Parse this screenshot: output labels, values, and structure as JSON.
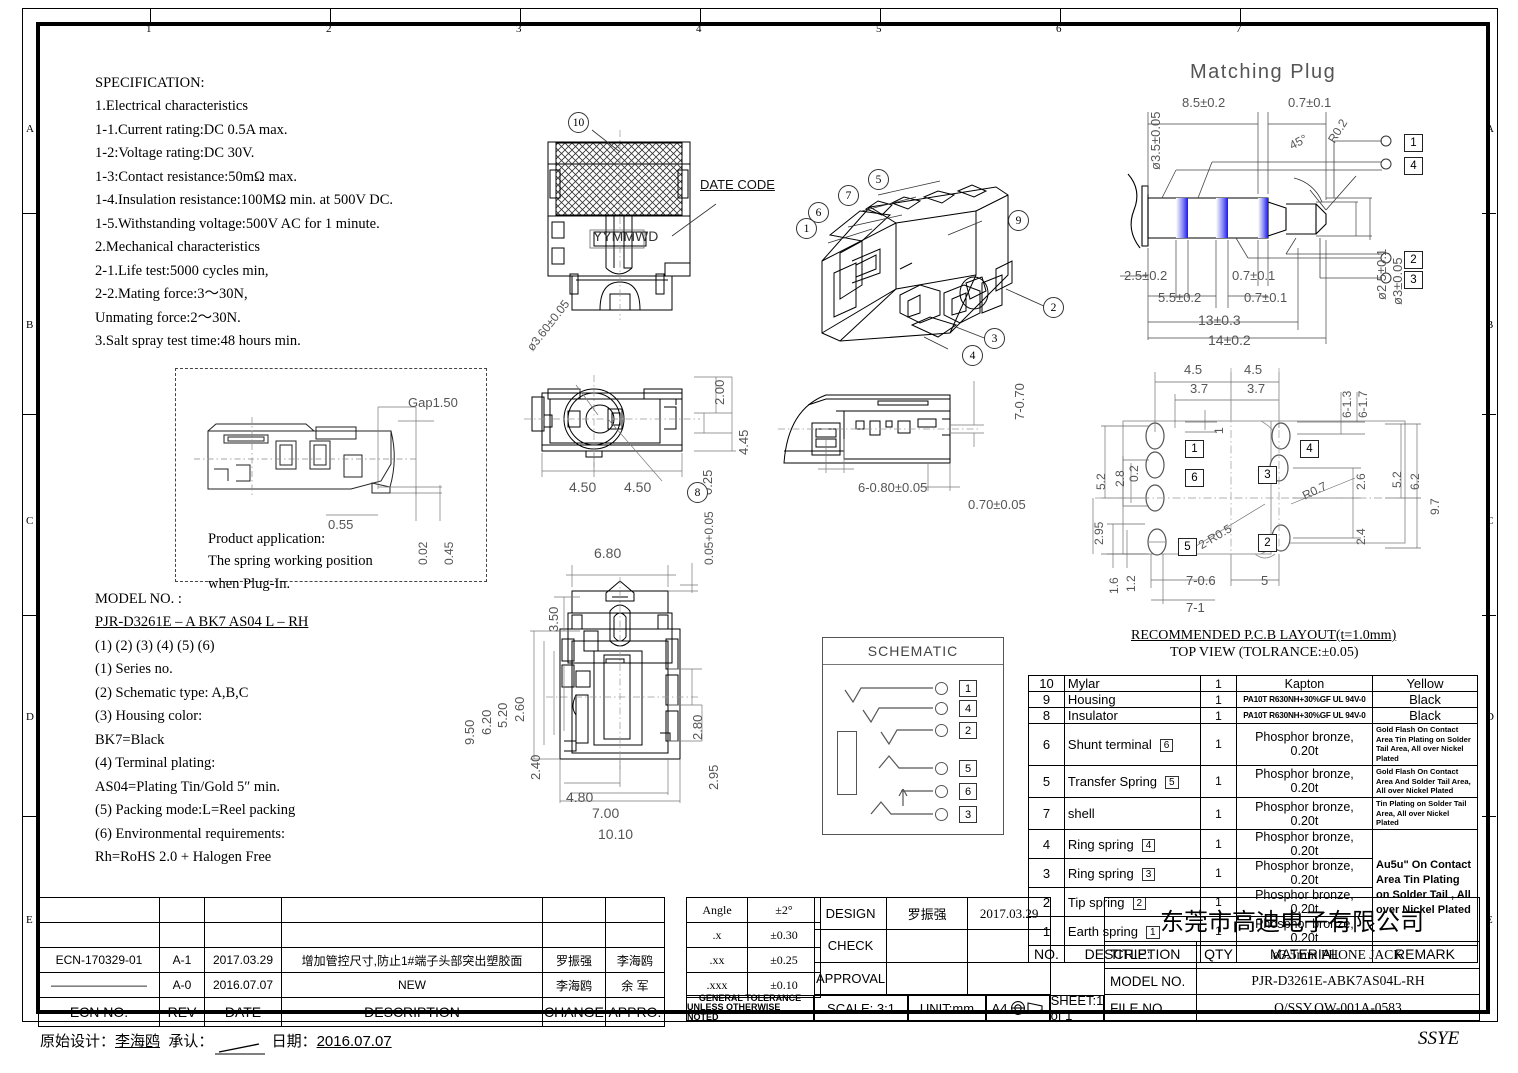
{
  "sheet": {
    "zone_letters_left": [
      "A",
      "B",
      "C",
      "D",
      "E"
    ],
    "zone_letters_right": [
      "A",
      "B",
      "C",
      "D",
      "E"
    ],
    "zone_numbers_top": [
      "1",
      "2",
      "3",
      "4",
      "5",
      "6",
      "7"
    ],
    "footer_designer_label": "原始设计：",
    "footer_designer_value": "李海鸥",
    "footer_approve_label": "承认：",
    "footer_date_label": "日期：",
    "footer_date_value": "2016.07.07",
    "watermark": "SSYE"
  },
  "specification": {
    "heading": "SPECIFICATION:",
    "lines": [
      "1.Electrical characteristics",
      "   1-1.Current rating:DC 0.5A max.",
      "   1-2:Voltage rating:DC 30V.",
      "   1-3:Contact resistance:50mΩ max.",
      "   1-4.Insulation resistance:100MΩ min. at 500V DC.",
      "   1-5.Withstanding voltage:500V AC for 1 minute.",
      "2.Mechanical characteristics",
      "   2-1.Life test:5000 cycles min,",
      "   2-2.Mating force:3～30N,",
      "          Unmating force:2～30N.",
      "3.Salt spray test time:48 hours min."
    ]
  },
  "model": {
    "heading": "MODEL NO. :",
    "code_parts": [
      "PJR-D3261E",
      "–",
      "A",
      "BK7",
      "AS04",
      "L",
      "–",
      "RH"
    ],
    "code_full": "PJR-D3261E – A BK7 AS04 L – RH",
    "index_row": "  (1)          (2) (3)  (4)  (5)    (6)",
    "legend": [
      "(1) Series no.",
      "(2) Schematic type: A,B,C",
      "(3) Housing color:",
      "     BK7=Black",
      "(4) Terminal plating:",
      "     AS04=Plating Tin/Gold 5″ min.",
      "(5) Packing mode:L=Reel packing",
      "(6) Environmental requirements:",
      "     Rh=RoHS 2.0 + Halogen Free"
    ]
  },
  "product_application": {
    "lines": [
      "Product application:",
      "The spring working position",
      "when Plug-In."
    ],
    "dims": [
      "Gap1.50",
      "0.55",
      "0.02",
      "0.45"
    ]
  },
  "date_code": {
    "label": "DATE CODE",
    "value": "YYMMWD",
    "balloon": "10"
  },
  "iso_view": {
    "balloons": [
      "1",
      "2",
      "3",
      "4",
      "5",
      "6",
      "7",
      "9"
    ]
  },
  "front_view": {
    "dims": [
      "ø3.60±0.05",
      "2.00",
      "0.25",
      "4.45",
      "4.50",
      "4.50"
    ],
    "balloon": "8"
  },
  "side_view": {
    "dims": [
      "7-0.70",
      "6-0.80±0.05",
      "0.70±0.05"
    ]
  },
  "rear_view": {
    "dims": [
      "6.80",
      "0.05+0.05",
      "3.50",
      "9.50",
      "6.20",
      "5.20",
      "2.60",
      "2.40",
      "2.80",
      "2.95",
      "4.80",
      "7.00",
      "10.10"
    ]
  },
  "matching_plug": {
    "title": "Matching Plug",
    "dims_top": [
      "8.5±0.2",
      "0.7±0.1"
    ],
    "dims_bottom": [
      "2.5±0.2",
      "0.7±0.1",
      "5.5±0.2",
      "0.7±0.1",
      "13±0.3",
      "14±0.2"
    ],
    "dims_right": [
      "ø2.5±0.1",
      "ø3±0.05"
    ],
    "dims_left": [
      "ø3.5±0.05"
    ],
    "angle": "45°",
    "radius": "R0.2",
    "pin_labels": [
      "1",
      "4",
      "2",
      "3"
    ]
  },
  "pcb_layout": {
    "title_line1": "RECOMMENDED P.C.B LAYOUT(t=1.0mm)",
    "title_line2": "TOP VIEW (TOLRANCE:±0.05)",
    "dims": [
      "4.5",
      "4.5",
      "3.7",
      "3.7",
      "1",
      "6-1.3",
      "6-1.7",
      "5.2",
      "2.8",
      "0.2",
      "2.95",
      "1.6",
      "1.2",
      "7-0.6",
      "7-1",
      "5",
      "6.2",
      "5.2",
      "2.6",
      "2.4",
      "9.7",
      "R0.7",
      "2-R0.5"
    ],
    "pad_labels": [
      "1",
      "6",
      "5",
      "4",
      "3",
      "2"
    ]
  },
  "schematic": {
    "title": "SCHEMATIC",
    "pins": [
      "1",
      "4",
      "2",
      "5",
      "6",
      "3"
    ]
  },
  "bom": {
    "headers": [
      "NO.",
      "DESCRIPTION",
      "QTY",
      "MATERIAL",
      "REMARK"
    ],
    "rows": [
      {
        "no": "10",
        "desc": "Mylar",
        "pin": "",
        "qty": "1",
        "material": "Kapton",
        "mat_tiny": false,
        "remark": "Yellow",
        "rem_tiny": false
      },
      {
        "no": "9",
        "desc": "Housing",
        "pin": "",
        "qty": "1",
        "material": "PA10T R630NH+30%GF UL 94V-0",
        "mat_tiny": true,
        "remark": "Black",
        "rem_tiny": false
      },
      {
        "no": "8",
        "desc": "Insulator",
        "pin": "",
        "qty": "1",
        "material": "PA10T R630NH+30%GF UL 94V-0",
        "mat_tiny": true,
        "remark": "Black",
        "rem_tiny": false
      },
      {
        "no": "6",
        "desc": "Shunt terminal",
        "pin": "6",
        "qty": "1",
        "material": "Phosphor bronze, 0.20t",
        "mat_tiny": false,
        "remark": "Gold Flash On Contact Area Tin Plating on Solder Tail Area, All over Nickel Plated",
        "rem_tiny": true
      },
      {
        "no": "5",
        "desc": "Transfer Spring",
        "pin": "5",
        "qty": "1",
        "material": "Phosphor bronze, 0.20t",
        "mat_tiny": false,
        "remark": "Gold Flash On Contact Area And Solder Tail Area, All over Nickel Plated",
        "rem_tiny": true
      },
      {
        "no": "7",
        "desc": "shell",
        "pin": "",
        "qty": "1",
        "material": "Phosphor bronze, 0.20t",
        "mat_tiny": false,
        "remark": "Tin Plating on Solder Tail Area, All over Nickel Plated",
        "rem_tiny": true
      },
      {
        "no": "4",
        "desc": "Ring spring",
        "pin": "4",
        "qty": "1",
        "material": "Phosphor bronze, 0.20t",
        "mat_tiny": false,
        "remark": "",
        "rem_tiny": false
      },
      {
        "no": "3",
        "desc": "Ring spring",
        "pin": "3",
        "qty": "1",
        "material": "Phosphor bronze, 0.20t",
        "mat_tiny": false,
        "remark": "",
        "rem_tiny": false
      },
      {
        "no": "2",
        "desc": "Tip spring",
        "pin": "2",
        "qty": "1",
        "material": "Phosphor bronze, 0.20t",
        "mat_tiny": false,
        "remark": "",
        "rem_tiny": false
      },
      {
        "no": "1",
        "desc": "Earth spring",
        "pin": "1",
        "qty": "1",
        "material": "Phosphor bronze, 0.20t",
        "mat_tiny": false,
        "remark": "",
        "rem_tiny": false
      }
    ],
    "merged_remark": "Au5u\" On Contact Area  Tin Plating on Solder Tail , All over Nickel Plated"
  },
  "ecn_table": {
    "headers": [
      "ECN NO.",
      "REV",
      "DATE",
      "DESCRIPTION",
      "CHANGE",
      "APPRO."
    ],
    "rows": [
      {
        "ecn": "",
        "rev": "",
        "date": "",
        "desc": "",
        "change": "",
        "appro": ""
      },
      {
        "ecn": "",
        "rev": "",
        "date": "",
        "desc": "",
        "change": "",
        "appro": ""
      },
      {
        "ecn": "ECN-170329-01",
        "rev": "A-1",
        "date": "2017.03.29",
        "desc": "增加管控尺寸,防止1#端子头部突出塑胶面",
        "change": "罗振强",
        "appro": "李海鸥"
      },
      {
        "ecn": "————————",
        "rev": "A-0",
        "date": "2016.07.07",
        "desc": "NEW",
        "change": "李海鸥",
        "appro": "余 军"
      }
    ]
  },
  "tolerance": {
    "title_line1": "GENERAL TOLERANCE",
    "title_line2": "UNLESS OTHERWISE NOTED",
    "rows": [
      {
        "k": "Angle",
        "v": "±2°"
      },
      {
        "k": ".x",
        "v": "±0.30"
      },
      {
        "k": ".xx",
        "v": "±0.25"
      },
      {
        "k": ".xxx",
        "v": "±0.10"
      }
    ]
  },
  "approval": {
    "rows": [
      {
        "label": "DESIGN",
        "name": "罗振强",
        "date": "2017.03.29"
      },
      {
        "label": "CHECK",
        "name": "",
        "date": ""
      },
      {
        "label": "APPROVAL",
        "name": "",
        "date": ""
      }
    ]
  },
  "bottom_strip": {
    "scale": "SCALE: 3:1",
    "unit": "UNIT:mm",
    "paper": "A4",
    "sheet": "SHEET:1 of 1"
  },
  "company": {
    "name": "东莞市高迪电子有限公司",
    "title_label": "TITLE:",
    "title_value": "ø3.5mm PHONE JACK",
    "model_label": "MODEL NO.",
    "model_value": "PJR-D3261E-ABK7AS04L-RH",
    "file_label": "FILE NO.",
    "file_value": "Q/SSY.QW-001A-0583"
  },
  "colors": {
    "line": "#000000",
    "dim": "#555555",
    "plug_band": "#2222dd"
  }
}
